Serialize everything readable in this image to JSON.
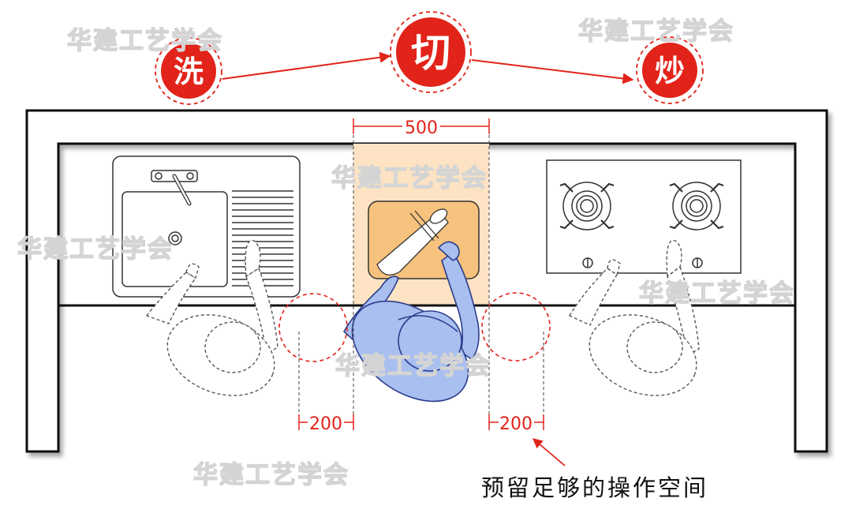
{
  "steps": [
    {
      "label": "洗"
    },
    {
      "label": "切"
    },
    {
      "label": "炒"
    }
  ],
  "dimensions": {
    "work_width": "500",
    "gap_left": "200",
    "gap_right": "200"
  },
  "note": "预留足够的操作空间",
  "watermark": "华建工艺学会",
  "colors": {
    "accent_red": "#e2231a",
    "work_zone": "#fde3c3",
    "board": "#f6c27d",
    "person": "#a9bff0",
    "person_outline": "#2a3c8c"
  }
}
